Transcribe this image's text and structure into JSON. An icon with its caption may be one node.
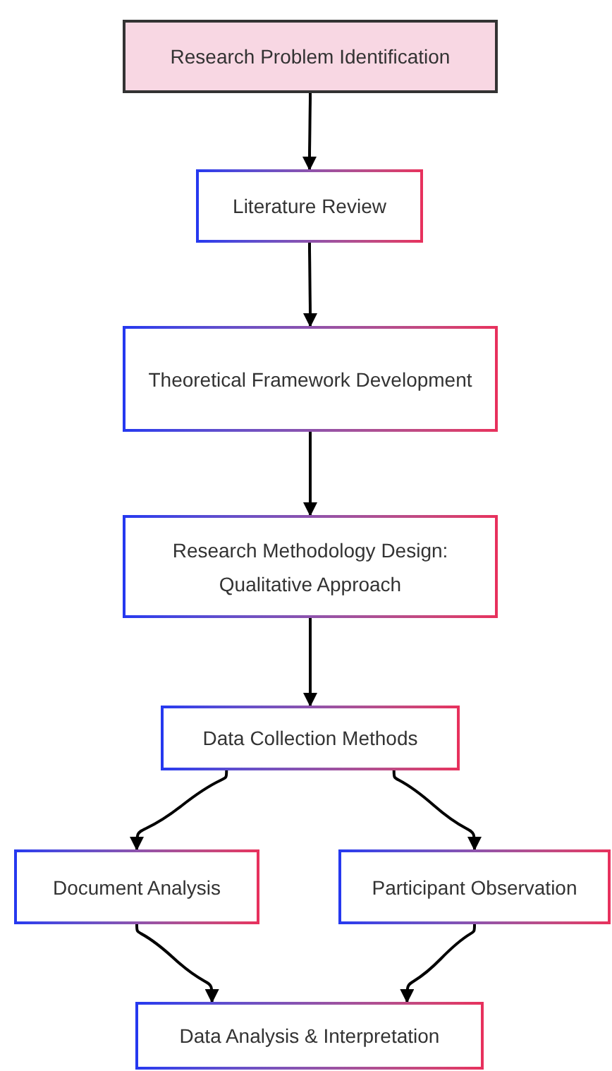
{
  "diagram": {
    "nodes": [
      {
        "text": [
          "Research Problem Identification"
        ]
      },
      {
        "text": [
          "Literature Review"
        ]
      },
      {
        "text": [
          "Theoretical Framework Development"
        ]
      },
      {
        "text": [
          "Research Methodology Design: Qualitative Approach"
        ]
      },
      {
        "text": [
          "Data Collection Methods"
        ]
      },
      {
        "text": [
          "Document Analysis"
        ]
      },
      {
        "text": [
          "Participant Observation"
        ]
      },
      {
        "text": [
          "Data Analysis & Interpretation"
        ]
      }
    ],
    "edges": [
      {
        "from": 0,
        "to": 1,
        "arrow": "to"
      },
      {
        "from": 1,
        "to": 2,
        "arrow": "to"
      },
      {
        "from": 2,
        "to": 3,
        "arrow": "to"
      },
      {
        "from": 3,
        "to": 4,
        "arrow": "to"
      },
      {
        "from": 4,
        "to": 5,
        "arrow": "to"
      },
      {
        "from": 4,
        "to": 6,
        "arrow": "to"
      },
      {
        "from": 5,
        "to": 7,
        "arrow": "to"
      },
      {
        "from": 6,
        "to": 7,
        "arrow": "to"
      }
    ]
  }
}
